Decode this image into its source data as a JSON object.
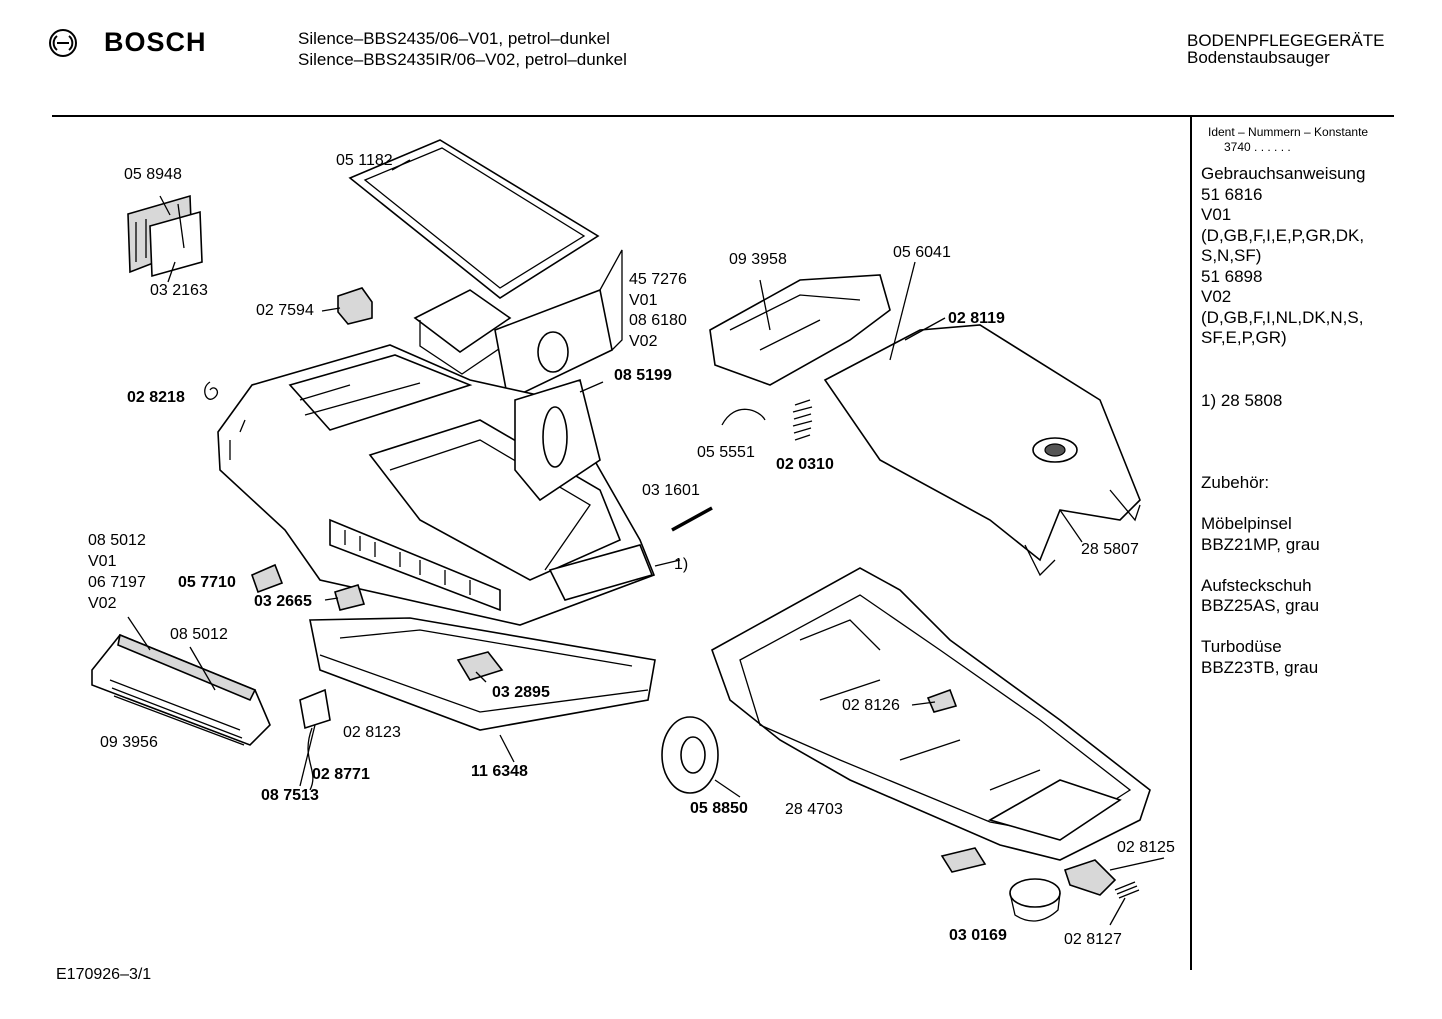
{
  "header": {
    "brand": "BOSCH",
    "model_line_1": "Silence–BBS2435/06–V01, petrol–dunkel",
    "model_line_2": "Silence–BBS2435IR/06–V02, petrol–dunkel",
    "category": "BODENPFLEGEGERÄTE",
    "subcategory": "Bodenstaubsauger"
  },
  "sidebar": {
    "ident_title": "Ident – Nummern – Konstante",
    "ident_value": "3740  .  .  .  .  .  .",
    "manual_title": "Gebrauchsanweisung",
    "manual_lines": [
      "51 6816",
      "V01",
      "(D,GB,F,I,E,P,GR,DK,",
      "S,N,SF)",
      "51 6898",
      "V02",
      "(D,GB,F,I,NL,DK,N,S,",
      "SF,E,P,GR)"
    ],
    "footnote": "1)  28 5808",
    "accessories_title": "Zubehör:",
    "accessories": [
      {
        "name": "Möbelpinsel",
        "code": "BBZ21MP, grau"
      },
      {
        "name": "Aufsteckschuh",
        "code": "BBZ25AS, grau"
      },
      {
        "name": "Turbodüse",
        "code": "BBZ23TB, grau"
      }
    ]
  },
  "parts": [
    {
      "id": "p-058948",
      "text": "05 8948",
      "bold": false
    },
    {
      "id": "p-032163",
      "text": "03 2163",
      "bold": false
    },
    {
      "id": "p-051182",
      "text": "05 1182",
      "bold": false
    },
    {
      "id": "p-027594",
      "text": "02 7594",
      "bold": false
    },
    {
      "id": "p-457276",
      "text": "45 7276",
      "bold": false
    },
    {
      "id": "p-v01a",
      "text": "V01",
      "bold": false
    },
    {
      "id": "p-086180",
      "text": "08 6180",
      "bold": false
    },
    {
      "id": "p-v02a",
      "text": "V02",
      "bold": false
    },
    {
      "id": "p-085199",
      "text": "08 5199",
      "bold": true
    },
    {
      "id": "p-028218",
      "text": "02 8218",
      "bold": true
    },
    {
      "id": "p-093958",
      "text": "09 3958",
      "bold": false
    },
    {
      "id": "p-056041",
      "text": "05 6041",
      "bold": false
    },
    {
      "id": "p-028119",
      "text": "02 8119",
      "bold": true
    },
    {
      "id": "p-055551",
      "text": "05 5551",
      "bold": false
    },
    {
      "id": "p-020310",
      "text": "02 0310",
      "bold": true
    },
    {
      "id": "p-031601",
      "text": "03 1601",
      "bold": false
    },
    {
      "id": "p-285807",
      "text": "28 5807",
      "bold": false
    },
    {
      "id": "p-085012a",
      "text": "08 5012",
      "bold": false
    },
    {
      "id": "p-v01b",
      "text": "V01",
      "bold": false
    },
    {
      "id": "p-067197",
      "text": "06 7197",
      "bold": false
    },
    {
      "id": "p-v02b",
      "text": "V02",
      "bold": false
    },
    {
      "id": "p-057710",
      "text": "05 7710",
      "bold": true
    },
    {
      "id": "p-032665",
      "text": "03 2665",
      "bold": true
    },
    {
      "id": "p-note1",
      "text": "1)",
      "bold": false
    },
    {
      "id": "p-085012b",
      "text": "08 5012",
      "bold": false
    },
    {
      "id": "p-032895",
      "text": "03 2895",
      "bold": true
    },
    {
      "id": "p-093956",
      "text": "09 3956",
      "bold": false
    },
    {
      "id": "p-028123",
      "text": "02 8123",
      "bold": false
    },
    {
      "id": "p-028771",
      "text": "02 8771",
      "bold": true
    },
    {
      "id": "p-087513",
      "text": "08 7513",
      "bold": true
    },
    {
      "id": "p-116348",
      "text": "11 6348",
      "bold": true
    },
    {
      "id": "p-028126",
      "text": "02 8126",
      "bold": false
    },
    {
      "id": "p-058850",
      "text": "05 8850",
      "bold": true
    },
    {
      "id": "p-284703",
      "text": "28 4703",
      "bold": false
    },
    {
      "id": "p-028125",
      "text": "02 8125",
      "bold": false
    },
    {
      "id": "p-030169",
      "text": "03 0169",
      "bold": true
    },
    {
      "id": "p-028127",
      "text": "02 8127",
      "bold": false
    }
  ],
  "footer": {
    "code": "E170926–3/1"
  }
}
